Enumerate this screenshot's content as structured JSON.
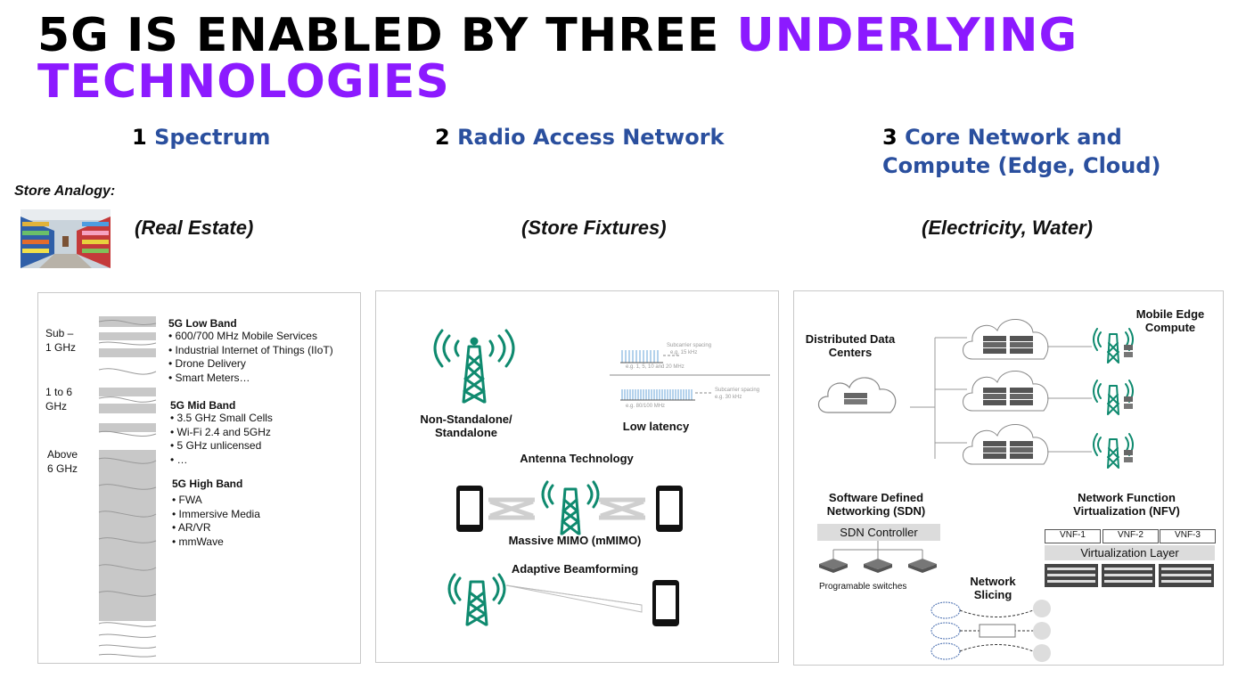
{
  "title": {
    "line1_black": "5G IS ENABLED BY THREE",
    "line1_purple": "UNDERLYING",
    "line2_purple": "TECHNOLOGIES"
  },
  "columns": [
    {
      "num": "1",
      "name": "Spectrum",
      "analogy": "(Real Estate)"
    },
    {
      "num": "2",
      "name": "Radio Access Network",
      "analogy": "(Store Fixtures)"
    },
    {
      "num": "3",
      "name_line1": "Core Network and",
      "name_line2": "Compute (Edge, Cloud)",
      "analogy": "(Electricity, Water)"
    }
  ],
  "analogy_label": "Store Analogy:",
  "spectrum": {
    "bands_left": [
      "Sub –",
      "1 GHz",
      "1 to 6",
      "GHz",
      "Above",
      "6 GHz"
    ],
    "low": {
      "title": "5G Low Band",
      "items": [
        "600/700 MHz Mobile Services",
        "Industrial Internet of Things (IIoT)",
        "Drone Delivery",
        "Smart Meters…"
      ]
    },
    "mid": {
      "title": "5G Mid Band",
      "items": [
        "3.5 GHz Small Cells",
        "Wi-Fi 2.4 and 5GHz",
        "5 GHz unlicensed",
        "…"
      ]
    },
    "high": {
      "title": "5G High Band",
      "items": [
        "FWA",
        "Immersive Media",
        "AR/VR",
        "mmWave"
      ]
    }
  },
  "ran": {
    "nsa_line1": "Non-Standalone/",
    "nsa_line2": "Standalone",
    "low_latency": "Low latency",
    "sub1_title": "Subcarrier spacing",
    "sub1_val": "e.g. 15 kHz",
    "sub1_bw": "e.g. 1, 5, 10 and 20 MHz",
    "sub2_title": "Subcarrier spacing",
    "sub2_val": "e.g. 30 kHz",
    "sub2_bw": "e.g. 80/100 MHz",
    "antenna_tech": "Antenna Technology",
    "mimo": "Massive MIMO (mMIMO)",
    "beamforming": "Adaptive Beamforming"
  },
  "core": {
    "ddc_line1": "Distributed Data",
    "ddc_line2": "Centers",
    "mec_line1": "Mobile Edge",
    "mec_line2": "Compute",
    "sdn_line1": "Software Defined",
    "sdn_line2": "Networking (SDN)",
    "sdn_controller": "SDN Controller",
    "switches": "Programable switches",
    "nfv_line1": "Network Function",
    "nfv_line2": "Virtualization (NFV)",
    "vnfs": [
      "VNF-1",
      "VNF-2",
      "VNF-3"
    ],
    "virt_layer": "Virtualization Layer",
    "slicing_line1": "Network",
    "slicing_line2": "Slicing"
  },
  "colors": {
    "purple": "#8c1aff",
    "blue": "#2a4f9e",
    "teal": "#0f8a6f"
  }
}
